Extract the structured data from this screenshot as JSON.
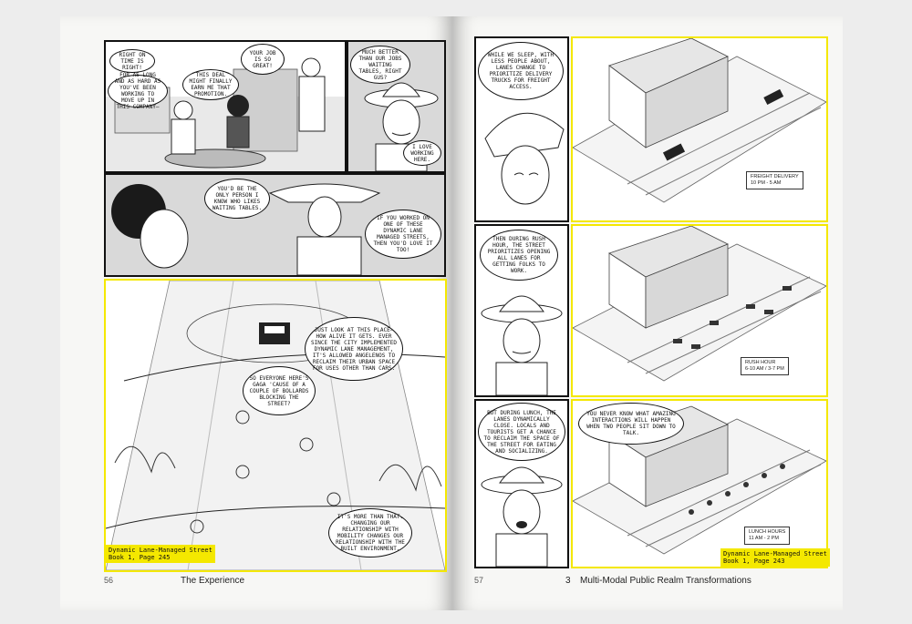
{
  "left_page": {
    "page_number": "56",
    "section_title": "The Experience",
    "panel1_bubbles": [
      "Right on time is right!",
      "For as long and as hard as you've been working to move up in this company—",
      "This deal might finally earn me that promotion.",
      "Your job is so great!"
    ],
    "panel2_bubbles": [
      "Much better than our jobs waiting tables, right Gus?",
      "I love working here."
    ],
    "panel3_bubbles": [
      "You'd be the only person I know who likes waiting tables.",
      "If you worked on one of these dynamic lane managed streets, then you'd love it too!"
    ],
    "panel4_bubbles": [
      "Just look at this place—how alive it gets. Ever since the city implemented dynamic lane management, it's allowed Angelenos to reclaim their urban space for uses other than cars.",
      "So everyone here's gaga 'cause of a couple of bollards blocking the street?",
      "It's more than that. Changing our relationship with mobility changes our relationship with the built environment."
    ],
    "caption": "Dynamic Lane-Managed Street\nBook 1, Page 245"
  },
  "right_page": {
    "page_number": "57",
    "chapter_number": "3",
    "section_title": "Multi-Modal Public Realm Transformations",
    "row_bubbles": [
      "While we sleep, with less people about, lanes change to prioritize delivery trucks for freight access.",
      "Then during rush hour, the street prioritizes opening all lanes for getting folks to work.",
      "But during lunch, the lanes dynamically close. Locals and tourists get a chance to reclaim the space of the street for eating and socializing."
    ],
    "lunch_bubble": "You never know what amazing interactions will happen when two people sit down to talk.",
    "time_labels": [
      "FREIGHT DELIVERY\n10 PM - 5 AM",
      "RUSH HOUR\n6-10 AM / 3-7 PM",
      "LUNCH HOURS\n11 AM - 2 PM"
    ],
    "caption": "Dynamic Lane-Managed Street\nBook 1, Page 243"
  },
  "colors": {
    "highlight_yellow": "#f4e800",
    "ink": "#111111",
    "paper": "#f7f7f5"
  }
}
